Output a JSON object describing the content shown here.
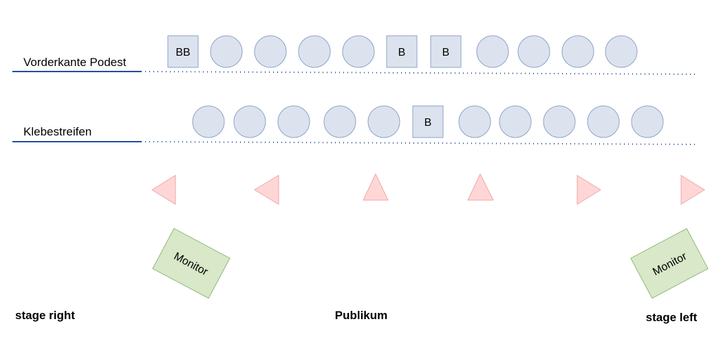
{
  "rows": [
    {
      "label": "Vorderkante Podest",
      "items": [
        "BB",
        "",
        "",
        "",
        "",
        "B",
        "B",
        "",
        "",
        "",
        ""
      ]
    },
    {
      "label": "Klebestreifen",
      "items": [
        "",
        "",
        "",
        "",
        "",
        "B",
        "",
        "",
        "",
        "",
        ""
      ]
    }
  ],
  "monitors": {
    "left_label": "Monitor",
    "right_label": "Monitor"
  },
  "bottom_labels": {
    "stage_right": "stage right",
    "audience": "Publikum",
    "stage_left": "stage left"
  },
  "colors": {
    "shape_fill": "#dce3ee",
    "shape_stroke": "#8da2c8",
    "line_blue": "#1f4e9c",
    "triangle_fill": "#ffd6d6",
    "triangle_stroke": "#f2a6a6",
    "monitor_fill": "#d8e8c8",
    "monitor_stroke": "#90b877"
  }
}
